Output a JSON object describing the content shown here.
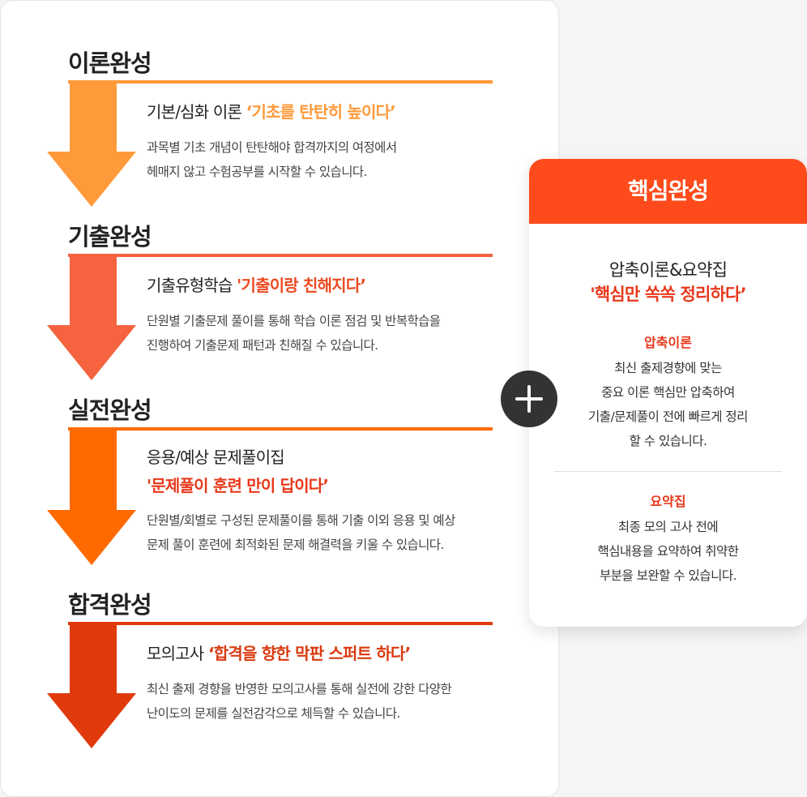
{
  "steps": [
    {
      "title": "이론완성",
      "heading_prefix": "기본/심화 이론 ",
      "heading_accent": "‘기초를 탄탄히 높이다’",
      "desc": [
        "과목별 기초 개념이 탄탄해야 합격까지의 여정에서",
        "헤매지 않고 수험공부를 시작할 수 있습니다."
      ],
      "color": "#ff9a3a"
    },
    {
      "title": "기출완성",
      "heading_prefix": "기출유형학습 ",
      "heading_accent": "'기출이랑 친해지다’",
      "desc": [
        "단원별 기출문제 풀이를 통해 학습 이론 점검 및 반복학습을",
        "진행하여 기출문제 패턴과 친해질 수 있습니다."
      ],
      "color": "#f5633f"
    },
    {
      "title": "실전완성",
      "heading_prefix": "응용/예상 문제풀이집",
      "heading_accent": "'문제풀이 훈련 만이 답이다’",
      "desc": [
        "단원별/회별로 구성된 문제풀이를 통해 기출 이외 응용 및 예상",
        "문제 풀이 훈련에 최적화된 문제 해결력을 키울 수 있습니다."
      ],
      "color": "#ff6a00"
    },
    {
      "title": "합격완성",
      "heading_prefix": "모의고사 ",
      "heading_accent": "‘합격을 향한 막판 스퍼트 하다’",
      "desc": [
        "최신 출제 경향을 반영한 모의고사를 통해 실전에 강한 다양한",
        "난이도의  문제를 실전감각으로 체득할 수 있습니다."
      ],
      "color": "#e03a0c"
    }
  ],
  "side": {
    "title": "핵심완성",
    "subtitle": "압축이론&요약집",
    "accent": "'핵심만 쏙쏙 정리하다’",
    "sections": [
      {
        "label": "압축이론",
        "lines": [
          "최신 출제경향에 맞는",
          "중요 이론 핵심만 압축하여",
          "기출/문제풀이 전에 빠르게 정리",
          "할 수 있습니다."
        ]
      },
      {
        "label": "요약집",
        "lines": [
          "최종 모의 고사 전에",
          "핵심내용을 요약하여 취약한",
          "부분을 보완할 수 있습니다."
        ]
      }
    ],
    "header_color": "#ff4b1b",
    "accent_color": "#e8381b"
  },
  "plus_icon": "plus-icon"
}
